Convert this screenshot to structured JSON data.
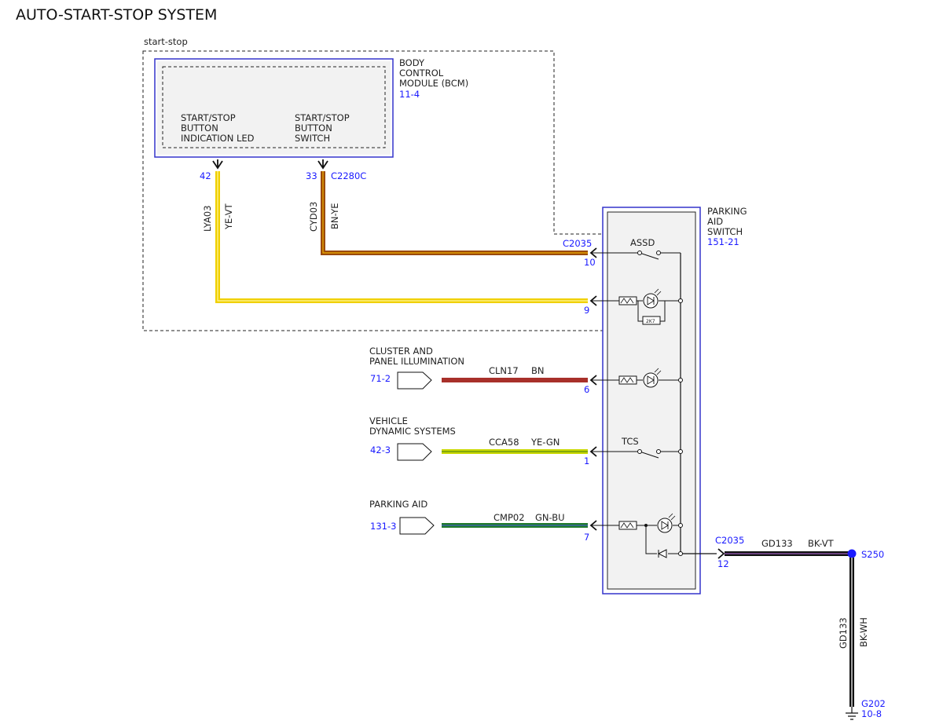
{
  "title": "AUTO-START-STOP SYSTEM",
  "region_label": "start-stop",
  "bcm": {
    "name_lines": [
      "BODY",
      "CONTROL",
      "MODULE (BCM)"
    ],
    "ref": "11-4",
    "led_lines": [
      "START/STOP",
      "BUTTON",
      "INDICATION LED"
    ],
    "switch_lines": [
      "START/STOP",
      "BUTTON",
      "SWITCH"
    ],
    "pin_led": "42",
    "pin_switch": "33",
    "connector": "C2280C"
  },
  "wires": {
    "lya03": {
      "circuit": "LYA03",
      "color": "YE-VT"
    },
    "cyd03": {
      "circuit": "CYD03",
      "color": "BN-YE"
    },
    "cln17": {
      "circuit": "CLN17",
      "color": "BN"
    },
    "cca58": {
      "circuit": "CCA58",
      "color": "YE-GN"
    },
    "cmp02": {
      "circuit": "CMP02",
      "color": "GN-BU"
    },
    "gd133_h": {
      "circuit": "GD133",
      "color": "BK-VT"
    },
    "gd133_v": {
      "circuit": "GD133",
      "color": "BK-WH"
    }
  },
  "switch": {
    "name_lines": [
      "PARKING",
      "AID",
      "SWITCH"
    ],
    "ref": "151-21",
    "connector": "C2035",
    "connector_out": "C2035",
    "assd": "ASSD",
    "tcs": "TCS",
    "resistor": "2K7",
    "pins": {
      "p10": "10",
      "p9": "9",
      "p6": "6",
      "p1": "1",
      "p7": "7",
      "p12": "12"
    }
  },
  "sources": {
    "cluster": {
      "lines": [
        "CLUSTER AND",
        "PANEL ILLUMINATION"
      ],
      "ref": "71-2"
    },
    "vds": {
      "lines": [
        "VEHICLE",
        "DYNAMIC SYSTEMS"
      ],
      "ref": "42-3"
    },
    "parking": {
      "lines": [
        "PARKING AID"
      ],
      "ref": "131-3"
    }
  },
  "splice": "S250",
  "ground": {
    "id": "G202",
    "ref": "10-8"
  },
  "colors": {
    "ref_blue": "#1a1aff",
    "box_blue": "#3333cc",
    "yellow": "#f0d000",
    "brown": "#9a4a0c",
    "red_brown": "#a8302a",
    "yellow_green": "#c8d800",
    "green": "#1f7a2a",
    "black": "#111111"
  }
}
